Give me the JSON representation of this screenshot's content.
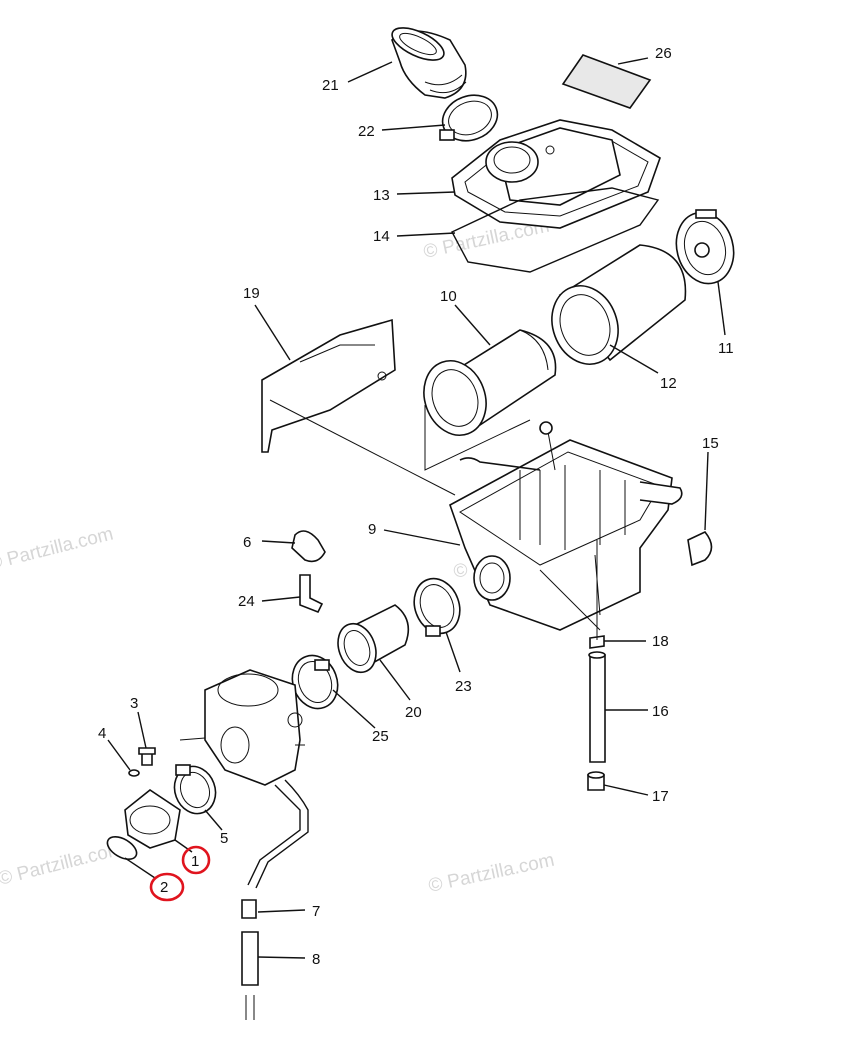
{
  "watermark": {
    "text": "© Partzilla.com"
  },
  "callouts": [
    {
      "id": "p1",
      "num": "1",
      "highlight": true
    },
    {
      "id": "p2",
      "num": "2",
      "highlight": true
    },
    {
      "id": "p3",
      "num": "3"
    },
    {
      "id": "p4",
      "num": "4"
    },
    {
      "id": "p5",
      "num": "5"
    },
    {
      "id": "p6",
      "num": "6"
    },
    {
      "id": "p7",
      "num": "7"
    },
    {
      "id": "p8",
      "num": "8"
    },
    {
      "id": "p9",
      "num": "9"
    },
    {
      "id": "p10",
      "num": "10"
    },
    {
      "id": "p11",
      "num": "11"
    },
    {
      "id": "p12",
      "num": "12"
    },
    {
      "id": "p13",
      "num": "13"
    },
    {
      "id": "p14",
      "num": "14"
    },
    {
      "id": "p15",
      "num": "15"
    },
    {
      "id": "p16",
      "num": "16"
    },
    {
      "id": "p17",
      "num": "17"
    },
    {
      "id": "p18",
      "num": "18"
    },
    {
      "id": "p19",
      "num": "19"
    },
    {
      "id": "p20",
      "num": "20"
    },
    {
      "id": "p21",
      "num": "21"
    },
    {
      "id": "p22",
      "num": "22"
    },
    {
      "id": "p23",
      "num": "23"
    },
    {
      "id": "p24",
      "num": "24"
    },
    {
      "id": "p25",
      "num": "25"
    },
    {
      "id": "p26",
      "num": "26"
    }
  ],
  "highlight_color": "#e0141e"
}
